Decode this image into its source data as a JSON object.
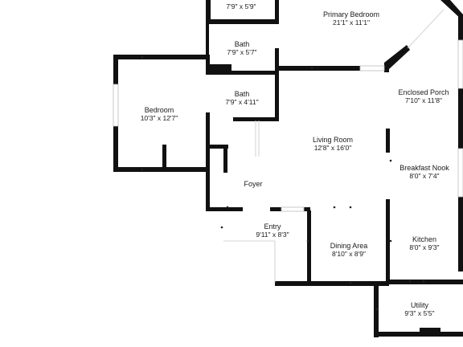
{
  "plan": {
    "rooms": [
      {
        "key": "top_bath",
        "name": "",
        "dims": "7'9\" x 5'9\""
      },
      {
        "key": "primary_bedroom",
        "name": "Primary Bedroom",
        "dims": "21'1\" x 11'1\""
      },
      {
        "key": "bath_upper",
        "name": "Bath",
        "dims": "7'9\" x 5'7\""
      },
      {
        "key": "bath_lower",
        "name": "Bath",
        "dims": "7'9\" x 4'11\""
      },
      {
        "key": "bedroom",
        "name": "Bedroom",
        "dims": "10'3\" x 12'7\""
      },
      {
        "key": "enclosed_porch",
        "name": "Enclosed Porch",
        "dims": "7'10\" x 11'8\""
      },
      {
        "key": "living_room",
        "name": "Living Room",
        "dims": "12'8\" x 16'0\""
      },
      {
        "key": "breakfast_nook",
        "name": "Breakfast Nook",
        "dims": "8'0\" x 7'4\""
      },
      {
        "key": "foyer",
        "name": "Foyer",
        "dims": ""
      },
      {
        "key": "entry",
        "name": "Entry",
        "dims": "9'11\" x 8'3\""
      },
      {
        "key": "dining_area",
        "name": "Dining Area",
        "dims": "8'10\" x 8'9\""
      },
      {
        "key": "kitchen",
        "name": "Kitchen",
        "dims": "8'0\" x 9'3\""
      },
      {
        "key": "utility",
        "name": "Utility",
        "dims": "9'3\" x 5'5\""
      }
    ]
  }
}
